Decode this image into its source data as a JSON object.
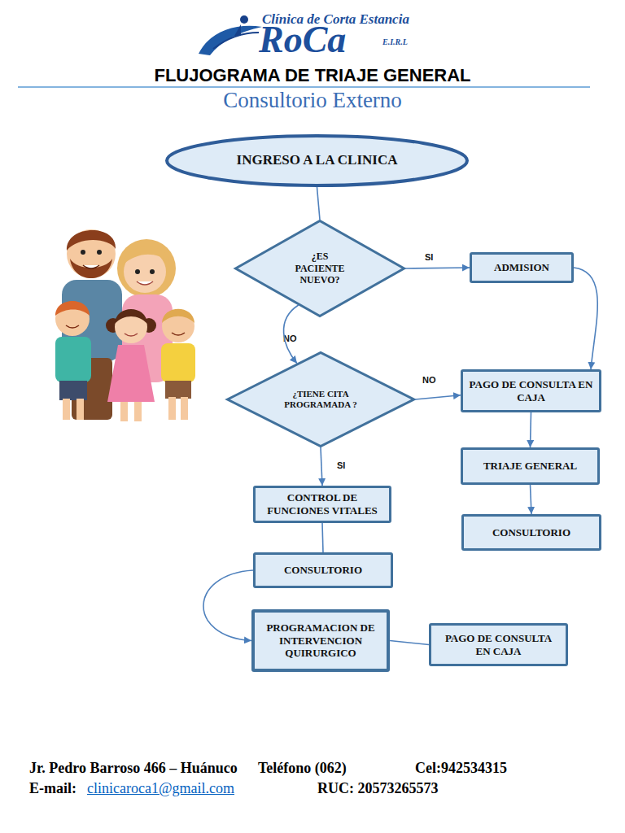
{
  "diagram": {
    "title": "FLUJOGRAMA DE TRIAJE GENERAL",
    "nodes": [
      {
        "text": [
          "INGRESO A LA CLINICA"
        ]
      },
      {
        "text": [
          "¿ES PACIENTE NUEVO?"
        ]
      },
      {
        "text": [
          "ADMISION"
        ]
      },
      {
        "text": [
          "¿TIENE CITA PROGRAMADA ?"
        ]
      },
      {
        "text": [
          "PAGO DE CONSULTA EN CAJA"
        ]
      },
      {
        "text": [
          "CONTROL DE FUNCIONES VITALES"
        ]
      },
      {
        "text": [
          "TRIAJE GENERAL"
        ]
      },
      {
        "text": [
          "CONSULTORIO"
        ]
      },
      {
        "text": [
          "CONSULTORIO"
        ]
      },
      {
        "text": [
          "PROGRAMACION DE INTERVENCION QUIRURGICO"
        ]
      },
      {
        "text": [
          "PAGO DE CONSULTA EN CAJA"
        ]
      }
    ],
    "edges": [
      {
        "from": 0,
        "to": 1,
        "arrow": "none"
      },
      {
        "from": 1,
        "to": 2,
        "label": "SI",
        "arrow": "to"
      },
      {
        "from": 1,
        "to": 3,
        "label": "NO",
        "arrow": "to"
      },
      {
        "from": 2,
        "to": 4,
        "arrow": "to"
      },
      {
        "from": 3,
        "to": 4,
        "label": "NO",
        "arrow": "to"
      },
      {
        "from": 3,
        "to": 5,
        "label": "SI",
        "arrow": "to"
      },
      {
        "from": 4,
        "to": 6,
        "arrow": "to"
      },
      {
        "from": 6,
        "to": 7,
        "arrow": "to"
      },
      {
        "from": 5,
        "to": 8,
        "arrow": "none"
      },
      {
        "from": 8,
        "to": 9,
        "arrow": "to"
      },
      {
        "from": 9,
        "to": 10,
        "arrow": "none"
      }
    ],
    "labels": [
      "Clínica de Corta Estancia",
      "RoCa",
      "E.I.R.L",
      "Consultorio Externo",
      "Jr. Pedro Barroso 466 – Huánuco",
      "Teléfono (062)",
      "Cel:942534315",
      "E-mail:",
      "clinicaroca1@gmail.com",
      "RUC: 20573265573"
    ]
  }
}
